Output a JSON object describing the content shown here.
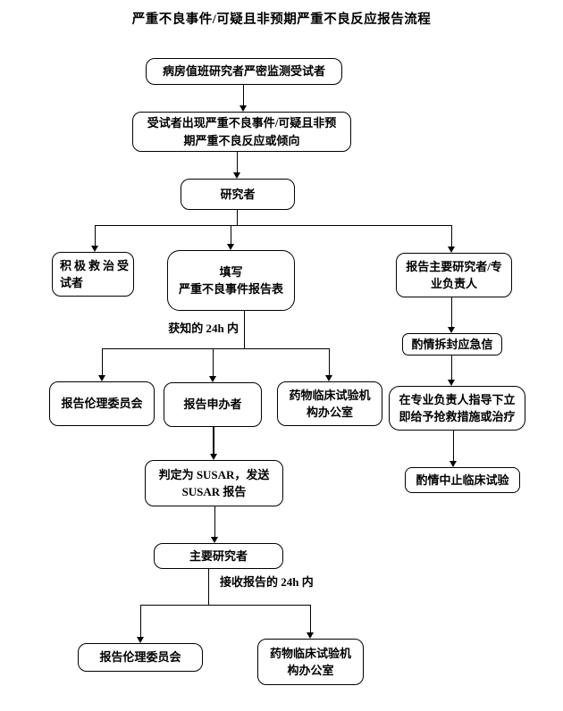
{
  "title": "严重不良事件/可疑且非预期严重不良反应报告流程",
  "flowchart": {
    "type": "flowchart",
    "colors": {
      "line": "#000000",
      "box_border": "#000000",
      "box_fill": "#ffffff",
      "text": "#000000"
    },
    "nodes": {
      "ward_monitor": {
        "label": "病房值班研究者严密监测受试者"
      },
      "sae_occurs": {
        "line1": "受试者出现严重不良事件/可疑且非预",
        "line2": "期严重不良反应或倾向"
      },
      "investigator": {
        "label": "研究者"
      },
      "rescue_subject": {
        "line1": "积极救治受",
        "line2": "试者"
      },
      "fill_form": {
        "line1": "填写",
        "line2": "严重不良事件报告表"
      },
      "report_pi_lead": {
        "line1": "报告主要研究者/专",
        "line2": "业负责人"
      },
      "report_ethics": {
        "label": "报告伦理委员会"
      },
      "report_sponsor": {
        "label": "报告申办者"
      },
      "trial_office": {
        "line1": "药物临床试验机",
        "line2": "构办公室"
      },
      "susar": {
        "line1": "判定为 SUSAR，发送",
        "line2": "SUSAR 报告"
      },
      "principal_investigator": {
        "label": "主要研究者"
      },
      "report_ethics_2": {
        "label": "报告伦理委员会"
      },
      "trial_office_2": {
        "line1": "药物临床试验机",
        "line2": "构办公室"
      },
      "open_emergency_letter": {
        "label": "酌情拆封应急信"
      },
      "rescue_under_guidance": {
        "line1": "在专业负责人指导下立",
        "line2": "即给予抢救措施或治疗"
      },
      "suspend_trial": {
        "label": "酌情中止临床试验"
      }
    },
    "edge_labels": {
      "known_24h": "获知的 24h 内",
      "received_24h": "接收报告的 24h 内"
    }
  }
}
